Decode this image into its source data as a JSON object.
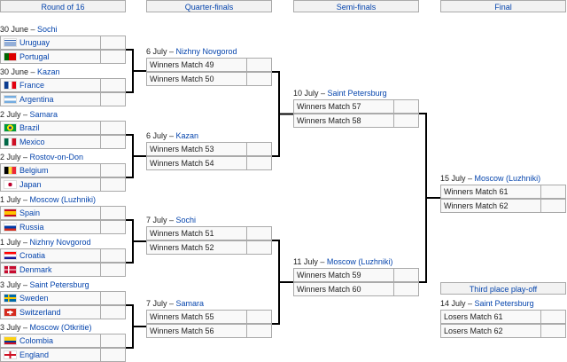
{
  "headers": [
    "Round of 16",
    "Quarter-finals",
    "Semi-finals",
    "Final"
  ],
  "third_place_header": "Third place play-off",
  "round_of_16": [
    {
      "date": "30 June",
      "venue": "Sochi",
      "teams": [
        {
          "name": "Uruguay",
          "flag": "uruguay"
        },
        {
          "name": "Portugal",
          "flag": "portugal"
        }
      ]
    },
    {
      "date": "30 June",
      "venue": "Kazan",
      "teams": [
        {
          "name": "France",
          "flag": "france"
        },
        {
          "name": "Argentina",
          "flag": "argentina"
        }
      ]
    },
    {
      "date": "2 July",
      "venue": "Samara",
      "teams": [
        {
          "name": "Brazil",
          "flag": "brazil"
        },
        {
          "name": "Mexico",
          "flag": "mexico"
        }
      ]
    },
    {
      "date": "2 July",
      "venue": "Rostov-on-Don",
      "teams": [
        {
          "name": "Belgium",
          "flag": "belgium"
        },
        {
          "name": "Japan",
          "flag": "japan"
        }
      ]
    },
    {
      "date": "1 July",
      "venue": "Moscow (Luzhniki)",
      "teams": [
        {
          "name": "Spain",
          "flag": "spain"
        },
        {
          "name": "Russia",
          "flag": "russia"
        }
      ]
    },
    {
      "date": "1 July",
      "venue": "Nizhny Novgorod",
      "teams": [
        {
          "name": "Croatia",
          "flag": "croatia"
        },
        {
          "name": "Denmark",
          "flag": "denmark"
        }
      ]
    },
    {
      "date": "3 July",
      "venue": "Saint Petersburg",
      "teams": [
        {
          "name": "Sweden",
          "flag": "sweden"
        },
        {
          "name": "Switzerland",
          "flag": "switzerland"
        }
      ]
    },
    {
      "date": "3 July",
      "venue": "Moscow (Otkritie)",
      "teams": [
        {
          "name": "Colombia",
          "flag": "colombia"
        },
        {
          "name": "England",
          "flag": "england"
        }
      ]
    }
  ],
  "quarter_finals": [
    {
      "date": "6 July",
      "venue": "Nizhny Novgorod",
      "teams": [
        "Winners Match 49",
        "Winners Match 50"
      ]
    },
    {
      "date": "6 July",
      "venue": "Kazan",
      "teams": [
        "Winners Match 53",
        "Winners Match 54"
      ]
    },
    {
      "date": "7 July",
      "venue": "Sochi",
      "teams": [
        "Winners Match 51",
        "Winners Match 52"
      ]
    },
    {
      "date": "7 July",
      "venue": "Samara",
      "teams": [
        "Winners Match 55",
        "Winners Match 56"
      ]
    }
  ],
  "semi_finals": [
    {
      "date": "10 July",
      "venue": "Saint Petersburg",
      "teams": [
        "Winners Match 57",
        "Winners Match 58"
      ]
    },
    {
      "date": "11 July",
      "venue": "Moscow (Luzhniki)",
      "teams": [
        "Winners Match 59",
        "Winners Match 60"
      ]
    }
  ],
  "final": {
    "date": "15 July",
    "venue": "Moscow (Luzhniki)",
    "teams": [
      "Winners Match 61",
      "Winners Match 62"
    ]
  },
  "third_place": {
    "date": "14 July",
    "venue": "Saint Petersburg",
    "teams": [
      "Losers Match 61",
      "Losers Match 62"
    ]
  },
  "colors": {
    "link": "#0645ad",
    "cell": "#f9f9f9",
    "border": "#aaaaaa",
    "header": "#f2f2f2"
  }
}
